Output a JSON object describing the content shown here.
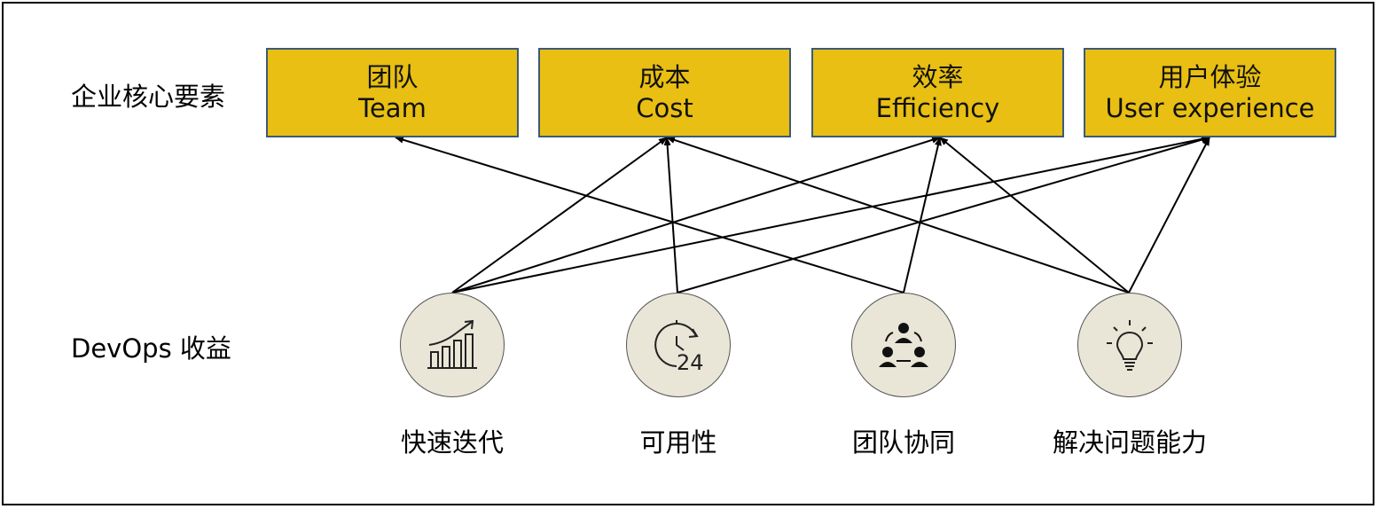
{
  "colors": {
    "box_fill": "#e8bf12",
    "box_border": "#3b5a78",
    "circle_fill": "#e9e6d7",
    "line": "#000000"
  },
  "row_labels": {
    "factors": "企业核心要素",
    "benefits": "DevOps 收益"
  },
  "factors": [
    {
      "zh": "团队",
      "en": "Team"
    },
    {
      "zh": "成本",
      "en": "Cost"
    },
    {
      "zh": "效率",
      "en": "Efficiency"
    },
    {
      "zh": "用户体验",
      "en": "User experience"
    }
  ],
  "benefits": [
    {
      "label": "快速迭代",
      "icon": "growth-chart-icon"
    },
    {
      "label": "可用性",
      "icon": "clock-24-icon"
    },
    {
      "label": "团队协同",
      "icon": "team-collaboration-icon"
    },
    {
      "label": "解决问题能力",
      "icon": "lightbulb-icon"
    }
  ],
  "links": [
    {
      "from": 0,
      "to": 1
    },
    {
      "from": 0,
      "to": 2
    },
    {
      "from": 0,
      "to": 3
    },
    {
      "from": 1,
      "to": 1
    },
    {
      "from": 1,
      "to": 3
    },
    {
      "from": 2,
      "to": 0
    },
    {
      "from": 2,
      "to": 2
    },
    {
      "from": 3,
      "to": 1
    },
    {
      "from": 3,
      "to": 2
    },
    {
      "from": 3,
      "to": 3
    }
  ]
}
